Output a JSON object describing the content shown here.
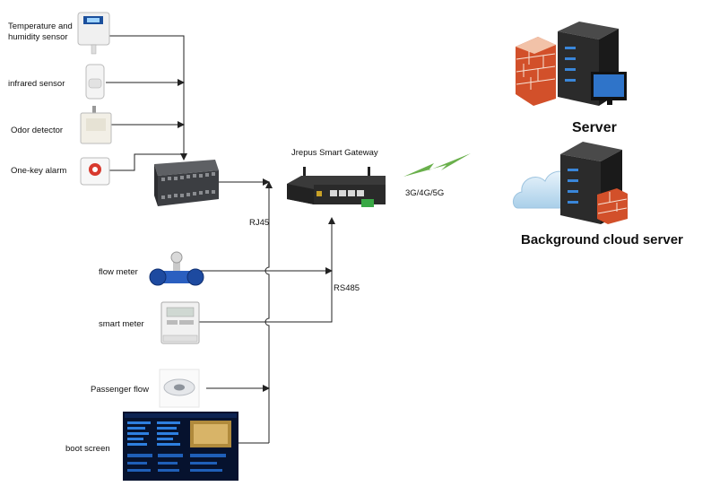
{
  "devices": {
    "temp_sensor": "Temperature and humidity sensor",
    "temp_sensor_line1": "Temperature and",
    "temp_sensor_line2": "humidity sensor",
    "infrared": "infrared sensor",
    "odor": "Odor detector",
    "alarm": "One-key alarm",
    "flow_meter": "flow meter",
    "smart_meter": "smart meter",
    "passenger_flow": "Passenger flow",
    "boot_screen": "boot screen"
  },
  "gateway": {
    "title": "Jrepus Smart Gateway"
  },
  "links": {
    "rj45": "RJ45",
    "rs485": "RS485",
    "wireless": "3G/4G/5G"
  },
  "server": {
    "title": "Server"
  },
  "cloud": {
    "title": "Background cloud server"
  },
  "colors": {
    "wire": "#222222",
    "lightning": "#6ab04c",
    "server_body": "#2b2b2b",
    "server_led": "#3a86d9",
    "brick": "#d2502a"
  }
}
